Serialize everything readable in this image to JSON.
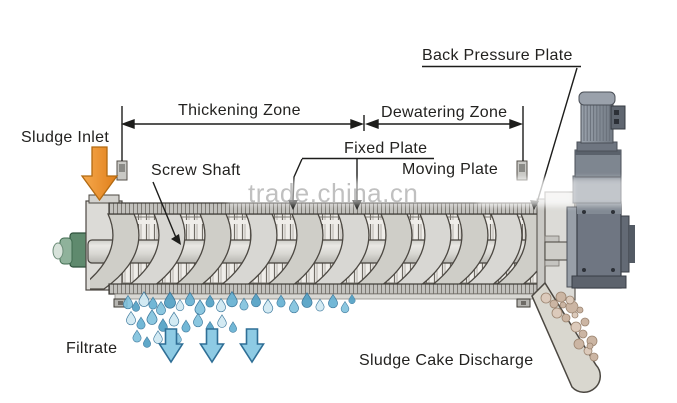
{
  "labels": {
    "sludge_inlet": "Sludge Inlet",
    "thickening_zone": "Thickening Zone",
    "dewatering_zone": "Dewatering Zone",
    "back_pressure_plate": "Back Pressure Plate",
    "screw_shaft": "Screw Shaft",
    "fixed_plate": "Fixed Plate",
    "moving_plate": "Moving Plate",
    "filtrate": "Filtrate",
    "sludge_cake_discharge": "Sludge Cake Discharge"
  },
  "watermark": {
    "text": "trade.china.cn"
  },
  "colors": {
    "inlet_arrow_orange": "#ef8f2e",
    "filtrate_blue": "#8ec9e0",
    "machine_gray": "#d8d7d3",
    "motor_gray": "#8a93a0",
    "gearbox_gray": "#6f7682",
    "sludge_cake_tan": "#cbb5a3",
    "bearing_green": "#5f8a6e",
    "line_dark": "#1d1d1b"
  }
}
